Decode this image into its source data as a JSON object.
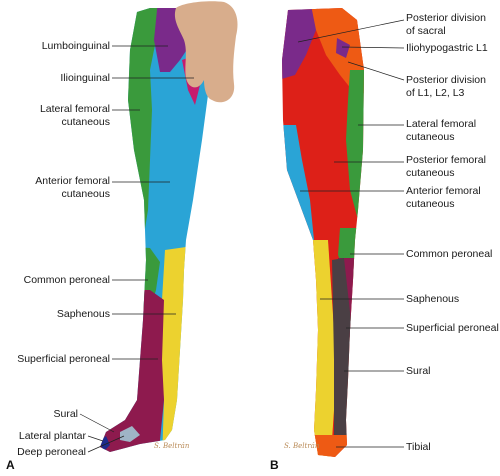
{
  "panels": {
    "left": "A",
    "right": "B"
  },
  "signature": "S. Beltrán",
  "colors": {
    "green": "#3a9a3c",
    "purple": "#7a2a8a",
    "magenta": "#c61c6e",
    "cyan": "#2aa4d6",
    "yellow": "#ecd22f",
    "maroon": "#8e1a4e",
    "red": "#dd2018",
    "orange": "#ee5a14",
    "navy": "#1e2a8c",
    "darkgray": "#4a3f44",
    "skin": "#d8ad8c"
  },
  "labels_a": {
    "lumboinguinal": "Lumboinguinal",
    "ilioinguinal": "Ilioinguinal",
    "lateral_femoral_1": "Lateral femoral",
    "lateral_femoral_2": "cutaneous",
    "anterior_femoral_1": "Anterior femoral",
    "anterior_femoral_2": "cutaneous",
    "common_peroneal": "Common peroneal",
    "saphenous": "Saphenous",
    "superficial_peroneal": "Superficial peroneal",
    "sural": "Sural",
    "lateral_plantar": "Lateral plantar",
    "deep_peroneal": "Deep peroneal"
  },
  "labels_b": {
    "posterior_sacral_1": "Posterior division",
    "posterior_sacral_2": "of sacral",
    "iliohypogastric": "Iliohypogastric L1",
    "posterior_lumbar_1": "Posterior division",
    "posterior_lumbar_2": "of L1, L2, L3",
    "lateral_femoral_1": "Lateral femoral",
    "lateral_femoral_2": "cutaneous",
    "posterior_femoral_1": "Posterior femoral",
    "posterior_femoral_2": "cutaneous",
    "anterior_femoral_1": "Anterior femoral",
    "anterior_femoral_2": "cutaneous",
    "common_peroneal": "Common peroneal",
    "saphenous": "Saphenous",
    "superficial_peroneal": "Superficial peroneal",
    "sural": "Sural",
    "tibial": "Tibial"
  }
}
